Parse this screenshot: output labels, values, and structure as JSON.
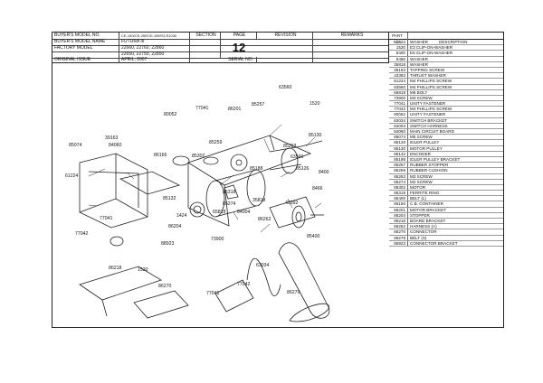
{
  "header": {
    "buyers_model_no_label": "BUYER'S MODEL NO.",
    "buyers_model_no_value": "CE-150/CE-250/CE-350/SCS1030",
    "section_label": "SECTION",
    "page_label": "PAGE",
    "revision_label": "REVISION",
    "remarks_label": "REMARKS",
    "buyers_model_name_label": "BUYER'S MODEL NAME",
    "buyers_model_name_value": "FUTURA III",
    "factory_model_label": "FACTORY MODEL",
    "factory_model_value_1": "22660, 22760, 22860",
    "factory_model_value_2": "22650, 22750, 22850",
    "original_issue_label": "ORIGINAL ISSUE",
    "original_issue_value": "APRIL, 2007",
    "serial_no_label": "SERIAL NO.",
    "page_number": "12"
  },
  "parts_table": {
    "part_no_header": "PART NO.",
    "description_header": "DESCRIPTION",
    "rows": [
      {
        "no": "1424",
        "desc": "WASHER"
      },
      {
        "no": "1520",
        "desc": "E3 CLIP-ON-WASHER"
      },
      {
        "no": "8400",
        "desc": "E5 CLIP-ON-WASHER"
      },
      {
        "no": "8466",
        "desc": "WASHER"
      },
      {
        "no": "35818",
        "desc": "WASHER"
      },
      {
        "no": "39163",
        "desc": "TAPPING SCREW"
      },
      {
        "no": "43392",
        "desc": "THRUST WASHER"
      },
      {
        "no": "61224",
        "desc": "M4 PHILLIPS SCREW"
      },
      {
        "no": "63560",
        "desc": "M4 PHILLIPS SCREW"
      },
      {
        "no": "65818",
        "desc": "M6 BOLT"
      },
      {
        "no": "73900",
        "desc": "M3 SCREW"
      },
      {
        "no": "77041",
        "desc": "UNITY FASTENER"
      },
      {
        "no": "77042",
        "desc": "M4 PHILLIPS SCREW"
      },
      {
        "no": "80052",
        "desc": "UNITY FASTENER"
      },
      {
        "no": "83034",
        "desc": "SWITCH BRACKET"
      },
      {
        "no": "84004",
        "desc": "SWITCH HARNESS"
      },
      {
        "no": "84060",
        "desc": "MAIN CIRCUIT BOARD"
      },
      {
        "no": "85074",
        "desc": "M5 SCREW"
      },
      {
        "no": "85126",
        "desc": "IDLER PULLEY"
      },
      {
        "no": "85130",
        "desc": "MOTOR PULLEY"
      },
      {
        "no": "85132",
        "desc": "ENCODER"
      },
      {
        "no": "85188",
        "desc": "IDLER PULLEY BRACKET"
      },
      {
        "no": "85257",
        "desc": "RUBBER STOPPER"
      },
      {
        "no": "85259",
        "desc": "RUBBER CUSHION"
      },
      {
        "no": "85263",
        "desc": "M3 SCREW"
      },
      {
        "no": "85274",
        "desc": "M2 SCREW"
      },
      {
        "no": "85302",
        "desc": "MOTOR"
      },
      {
        "no": "85318",
        "desc": "FERRITE RING"
      },
      {
        "no": "85400",
        "desc": "BELT (L)"
      },
      {
        "no": "86160",
        "desc": "C.B. CONTAINER"
      },
      {
        "no": "86201",
        "desc": "MOTOR BRACKET"
      },
      {
        "no": "86204",
        "desc": "STOPPER"
      },
      {
        "no": "86218",
        "desc": "BOARD BRACKET"
      },
      {
        "no": "86262",
        "desc": "HARNESS (A)"
      },
      {
        "no": "86270",
        "desc": "CONNECTOR"
      },
      {
        "no": "86279",
        "desc": "BELT (S)"
      },
      {
        "no": "86923",
        "desc": "CONNECTOR BRACKET"
      }
    ]
  },
  "diagram_labels": [
    {
      "text": "63560"
    },
    {
      "text": "1520"
    },
    {
      "text": "85257"
    },
    {
      "text": "80052"
    },
    {
      "text": "77041"
    },
    {
      "text": "86201"
    },
    {
      "text": "39163"
    },
    {
      "text": "85074"
    },
    {
      "text": "84060"
    },
    {
      "text": "86166"
    },
    {
      "text": "85259"
    },
    {
      "text": "85263"
    },
    {
      "text": "85130"
    },
    {
      "text": "85302"
    },
    {
      "text": "63560"
    },
    {
      "text": "61224"
    },
    {
      "text": "85188"
    },
    {
      "text": "85126"
    },
    {
      "text": "8400"
    },
    {
      "text": "85318"
    },
    {
      "text": "8466"
    },
    {
      "text": "85132"
    },
    {
      "text": "35818"
    },
    {
      "text": "43392"
    },
    {
      "text": "85274"
    },
    {
      "text": "77041"
    },
    {
      "text": "1424"
    },
    {
      "text": "65818"
    },
    {
      "text": "84004"
    },
    {
      "text": "86204"
    },
    {
      "text": "86262"
    },
    {
      "text": "77042"
    },
    {
      "text": "73900"
    },
    {
      "text": "85400"
    },
    {
      "text": "88923"
    },
    {
      "text": "63034"
    },
    {
      "text": "86218"
    },
    {
      "text": "1520"
    },
    {
      "text": "77042"
    },
    {
      "text": "86270"
    },
    {
      "text": "77041"
    },
    {
      "text": "86279"
    }
  ]
}
